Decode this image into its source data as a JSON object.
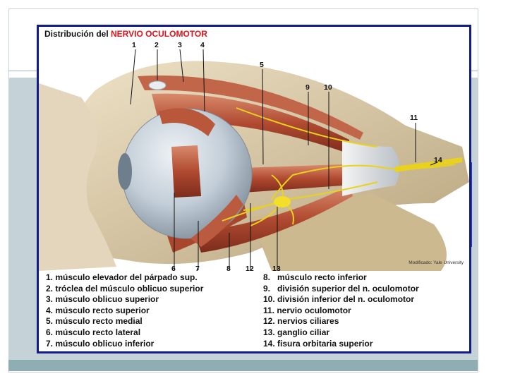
{
  "figure": {
    "title_prefix": "Distribución del ",
    "title_highlight": "NERVIO OCULOMOTOR",
    "credit": "Modificado: Yale University",
    "number_labels": [
      "1",
      "2",
      "3",
      "4",
      "5",
      "9",
      "10",
      "11",
      "14",
      "6",
      "7",
      "8",
      "12",
      "13"
    ],
    "legend_left": [
      "1. músculo elevador del párpado sup.",
      "2. tróclea del músculo oblicuo superior",
      "3. músculo oblicuo superior",
      "4. músculo recto superior",
      "5. músculo recto medial",
      "6. músculo recto lateral",
      "7. músculo oblicuo inferior"
    ],
    "legend_right": [
      "8.   músculo recto inferior",
      "9.   división superior del n. oculomotor",
      "10. división inferior del n. oculomotor",
      "11. nervio oculomotor",
      "12. nervios ciliares",
      "13. ganglio ciliar",
      "14. fisura orbitaria superior"
    ]
  },
  "colors": {
    "frame_blue": "#0f1c8a",
    "title_red": "#e0141c",
    "muscle": "#b5553a",
    "nerve": "#e8d21e",
    "bone": "#d8c7a3",
    "eyeball": "#c9d4dc",
    "slide_band": "#c5d3d8",
    "slide_bar": "#8faeb3"
  }
}
